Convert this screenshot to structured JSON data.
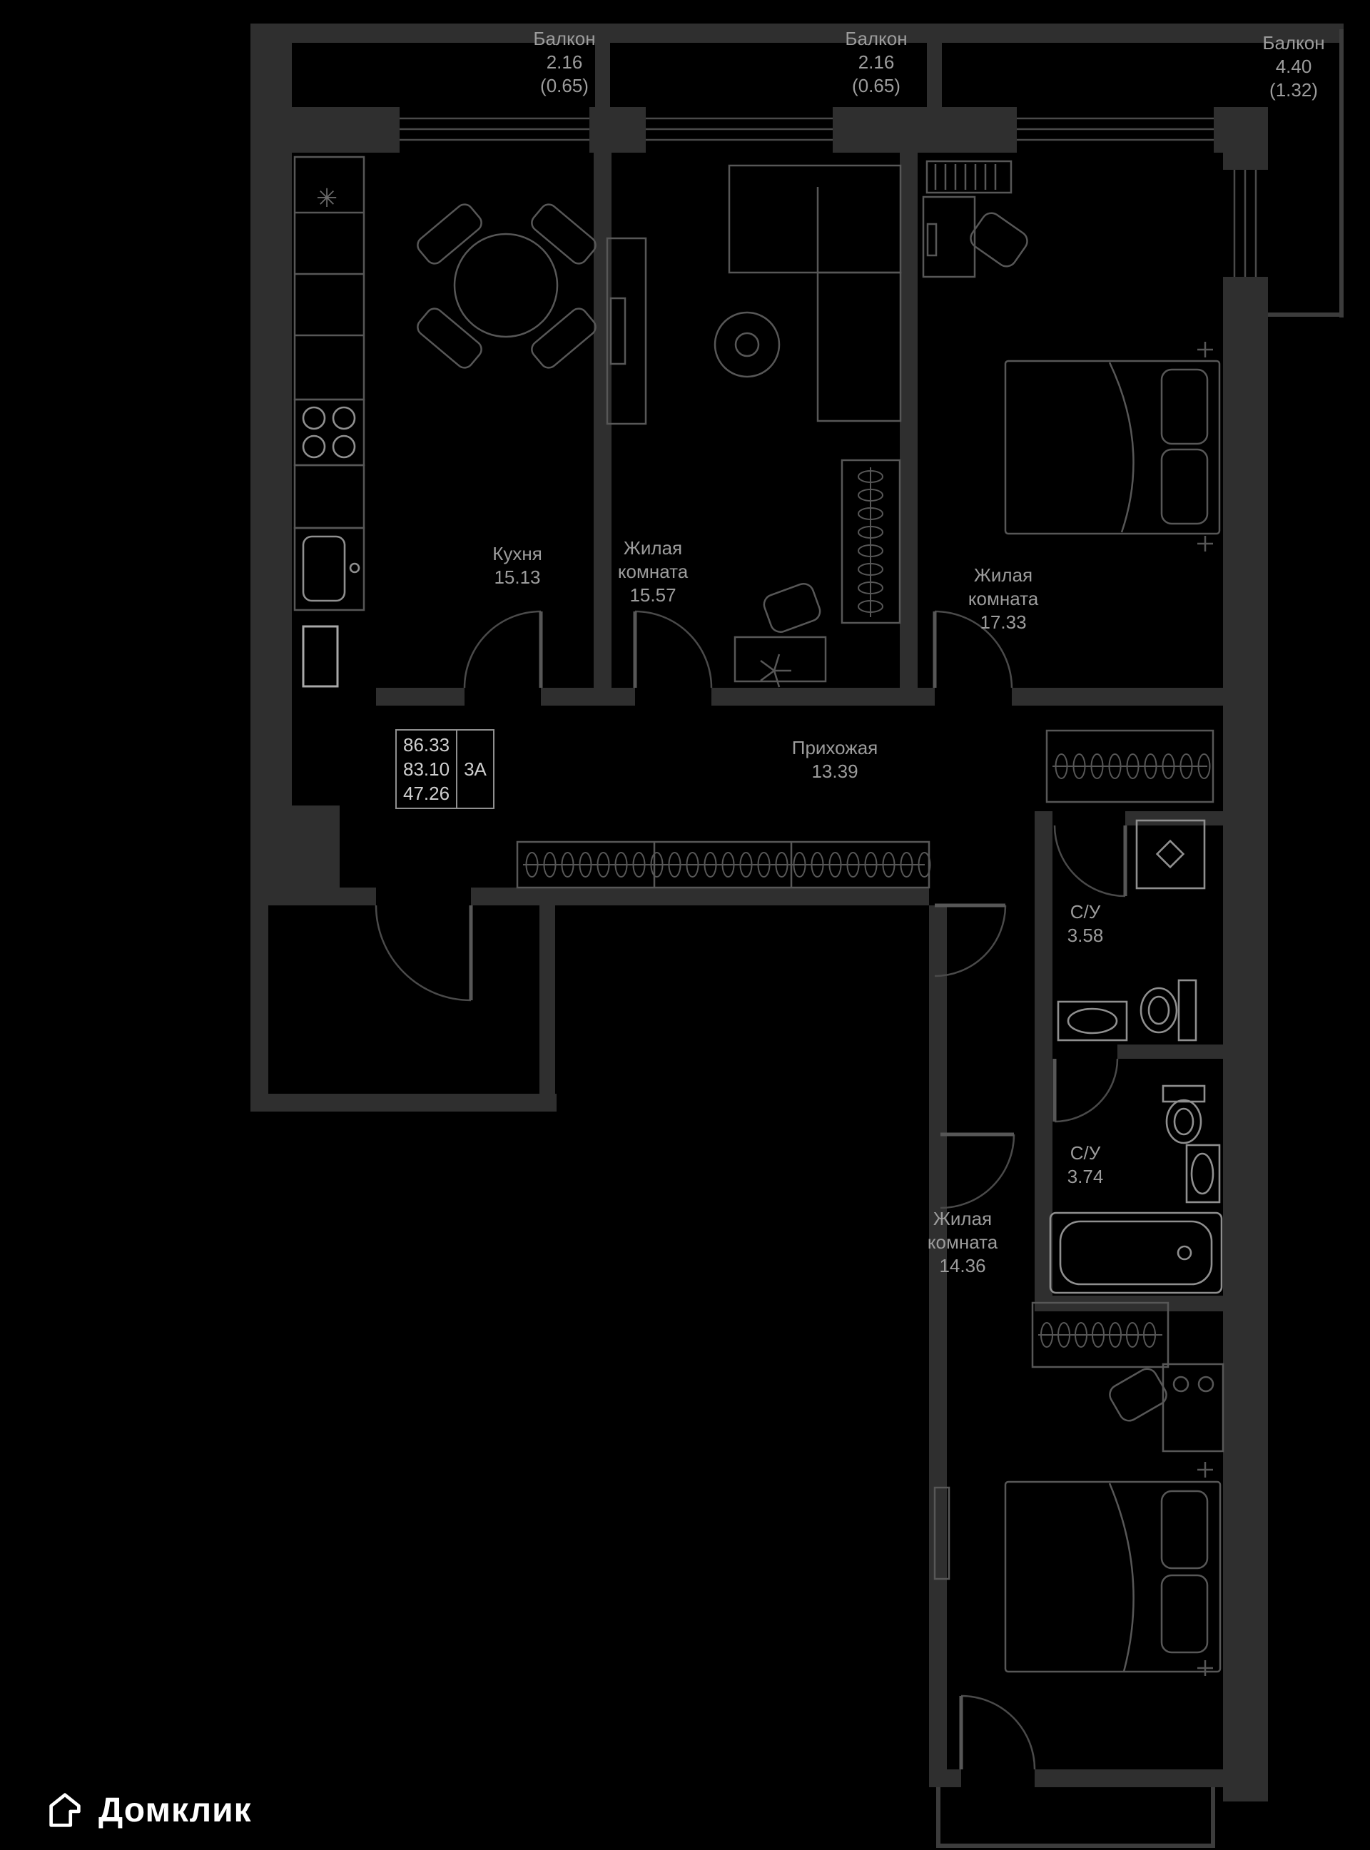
{
  "balconies": [
    {
      "label": "Балкон",
      "area": "2.16",
      "coef": "(0.65)"
    },
    {
      "label": "Балкон",
      "area": "2.16",
      "coef": "(0.65)"
    },
    {
      "label": "Балкон",
      "area": "4.40",
      "coef": "(1.32)"
    }
  ],
  "rooms": {
    "kitchen": {
      "label": "Кухня",
      "area": "15.13"
    },
    "living1": {
      "label": "Жилая",
      "label2": "комната",
      "area": "15.57"
    },
    "living2": {
      "label": "Жилая",
      "label2": "комната",
      "area": "17.33"
    },
    "hallway": {
      "label": "Прихожая",
      "area": "13.39"
    },
    "bath1": {
      "label": "С/У",
      "area": "3.58"
    },
    "bath2": {
      "label": "С/У",
      "area": "3.74"
    },
    "living3": {
      "label": "Жилая",
      "label2": "комната",
      "area": "14.36"
    }
  },
  "stats": {
    "total": "86.33",
    "without_balcony": "83.10",
    "living_area": "47.26",
    "plan_code": "3А"
  },
  "brand": {
    "name": "Домклик"
  },
  "icons": {
    "snowflake": "✳"
  },
  "colors": {
    "wall": "#2f2f2f",
    "furniture_line": "#575757",
    "sanitary_line": "#8f8f8f",
    "label_text": "#9c9c9c",
    "background": "#000000",
    "brand_text": "#ffffff"
  }
}
